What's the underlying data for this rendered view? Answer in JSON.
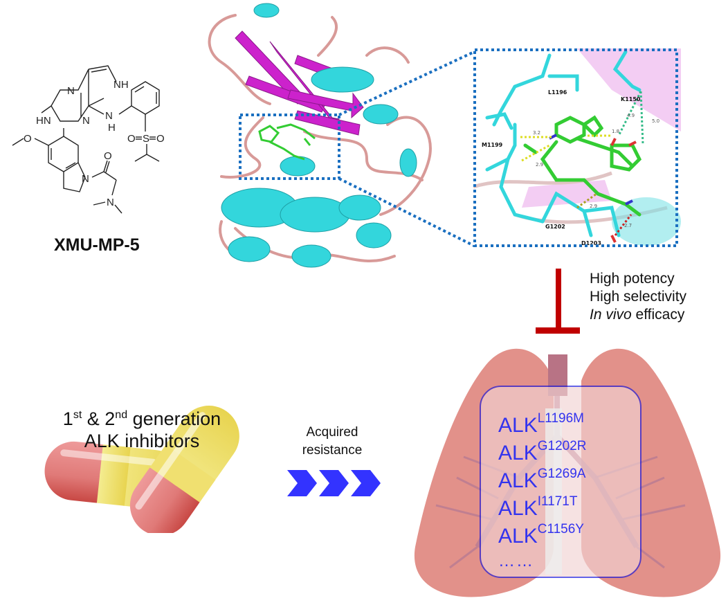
{
  "compound": {
    "name": "XMU-MP-5",
    "atom_labels": [
      "NH",
      "N",
      "N",
      "HN",
      "N",
      "H",
      "O",
      "S",
      "O",
      "O",
      "N",
      "O",
      "N"
    ]
  },
  "structure_view": {
    "residues": [
      "L1196",
      "K1150",
      "M1199",
      "G1202",
      "D1203"
    ],
    "distances": [
      "3.2",
      "1.8",
      "4.9",
      "5.0",
      "2.9",
      "2.9",
      "2.7"
    ],
    "colors": {
      "helix": "#33d6dc",
      "sheet": "#cc22cc",
      "loop": "#d89a98",
      "ligand": "#33cc33",
      "zoom_box": "#1a6fc0"
    }
  },
  "inhibition": {
    "properties": [
      {
        "prefix_italic": "",
        "text": "High potency"
      },
      {
        "prefix_italic": "",
        "text": "High selectivity"
      },
      {
        "prefix_italic": "In vivo",
        "text": " efficacy"
      }
    ],
    "symbol_color": "#c00000"
  },
  "drugs": {
    "line1_a": "1",
    "line1_a_sup": "st",
    "line1_b": " & 2",
    "line1_b_sup": "nd",
    "line1_c": " generation",
    "line2": "ALK inhibitors"
  },
  "transition": {
    "line1": "Acquired",
    "line2": "resistance",
    "arrow_color": "#3333ff"
  },
  "mutations": {
    "items": [
      {
        "base": "ALK",
        "mutation": "L1196M"
      },
      {
        "base": "ALK",
        "mutation": "G1202R"
      },
      {
        "base": "ALK",
        "mutation": "G1269A"
      },
      {
        "base": "ALK",
        "mutation": "I1171T"
      },
      {
        "base": "ALK",
        "mutation": "C1156Y"
      }
    ],
    "more": "……",
    "text_color": "#3333ee"
  }
}
